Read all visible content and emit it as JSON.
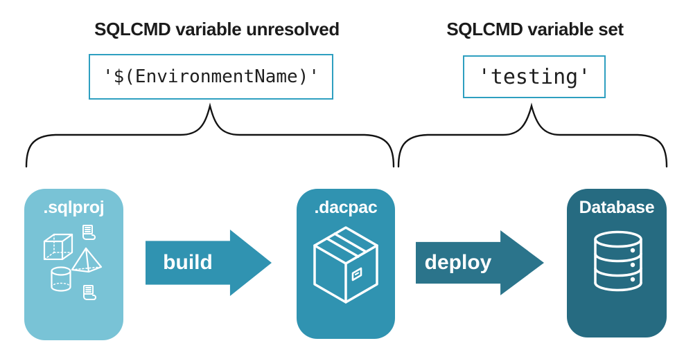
{
  "left_section": {
    "title": "SQLCMD variable unresolved",
    "code": "'$(EnvironmentName)'"
  },
  "right_section": {
    "title": "SQLCMD variable set",
    "code": "'testing'"
  },
  "pipeline": {
    "nodes": [
      {
        "label": ".sqlproj",
        "fill": "#79c3d6",
        "icons": [
          "scroll-icon",
          "cube-icon",
          "pyramid-icon",
          "cylinder-icon",
          "scroll-icon"
        ]
      },
      {
        "label": ".dacpac",
        "fill": "#3093b1",
        "icons": [
          "package-icon"
        ]
      },
      {
        "label": "Database",
        "fill": "#266b81",
        "icons": [
          "database-icon"
        ]
      }
    ],
    "arrows": [
      {
        "label": "build",
        "fill": "#3093b1"
      },
      {
        "label": "deploy",
        "fill": "#2b748b"
      }
    ]
  },
  "colors": {
    "code_box_border": "#2e9fc0",
    "heading_text": "#1b1b1b",
    "brace_stroke": "#141414",
    "node_label_text": "#ffffff",
    "icon_stroke": "#ffffff"
  }
}
